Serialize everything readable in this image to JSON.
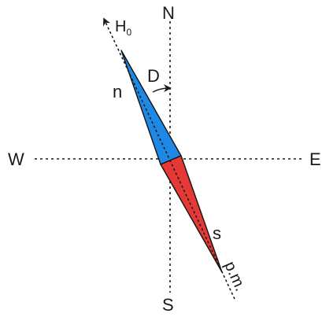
{
  "labels": {
    "north": "N",
    "south": "S",
    "west": "W",
    "east": "E",
    "field_symbol": "H",
    "field_subscript": "0",
    "declination": "D",
    "north_pole": "n",
    "south_pole": "s",
    "magnetic_meridian": "p.m."
  },
  "colors": {
    "needle_north": "#1e88e5",
    "needle_south": "#e53935",
    "lines": "#1a1a1a"
  }
}
